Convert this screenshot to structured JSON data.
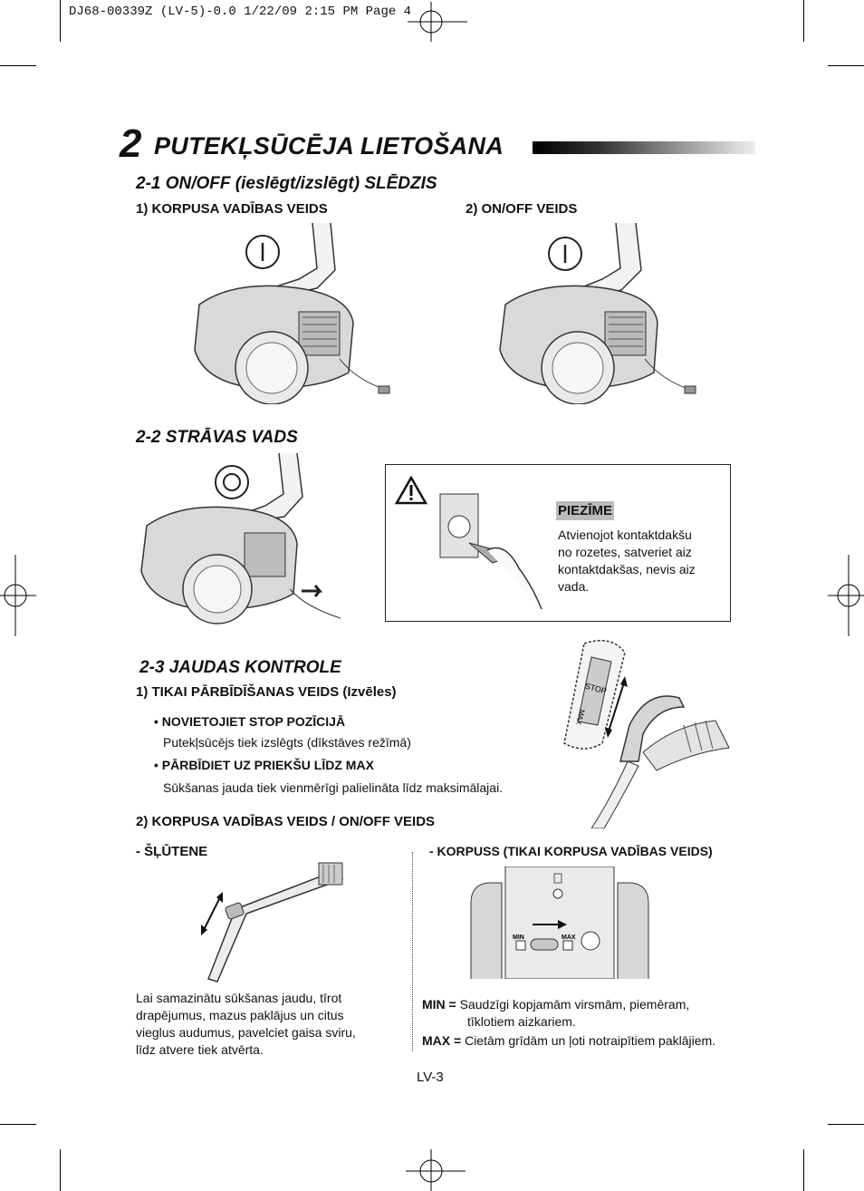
{
  "header": {
    "print_info": "DJ68-00339Z (LV-5)-0.0  1/22/09 2:15 PM  Page 4"
  },
  "section": {
    "number": "2",
    "title": "PUTEKĻSŪCĒJA LIETOŠANA"
  },
  "s1": {
    "heading": "2-1 ON/OFF (ieslēgt/izslēgt) SLĒDZIS",
    "left_label": "1) KORPUSA VADĪBAS VEIDS",
    "right_label": "2) ON/OFF VEIDS"
  },
  "s2": {
    "heading": "2-2 STRĀVAS VADS",
    "note_title": "PIEZĪME",
    "note_lines": [
      "Atvienojot kontaktdakšu",
      "no rozetes, satveriet aiz",
      "kontaktdakšas, nevis aiz",
      "vada."
    ]
  },
  "s3": {
    "heading": "2-3 JAUDAS KONTROLE",
    "sub1": "1) TIKAI PĀRBĪDĪŠANAS VEIDS (Izvēles)",
    "b1_title": "NOVIETOJIET STOP POZĪCIJĀ",
    "b1_text": "Putekļsūcējs tiek izslēgts (dīkstāves režīmā)",
    "b2_title": "PĀRBĪDIET UZ PRIEKŠU LĪDZ MAX",
    "b2_text": "Sūkšanas jauda tiek vienmērīgi palielināta līdz maksimālajai.",
    "sub2": "2) KORPUSA VADĪBAS VEIDS / ON/OFF VEIDS",
    "hose_label": "- ŠĻŪTENE",
    "body_label": "- KORPUSS (TIKAI KORPUSA VADĪBAS VEIDS)",
    "hose_text": [
      "Lai samazinātu sūkšanas jaudu, tīrot",
      "drapējumus, mazus paklājus un citus",
      "vieglus audumus, pavelciet gaisa sviru,",
      "līdz atvere tiek atvērta."
    ],
    "min_key": "MIN  =",
    "min_text1": "Saudzīgi kopjamām virsmām, piemēram,",
    "min_text2": "tīklotiem aizkariem.",
    "max_key": "MAX =",
    "max_text": "Cietām grīdām un ļoti notraipītiem paklājiem.",
    "min_small": "MIN",
    "max_small": "MAX",
    "stop_small": "STOP"
  },
  "footer": {
    "page": "LV-3"
  }
}
